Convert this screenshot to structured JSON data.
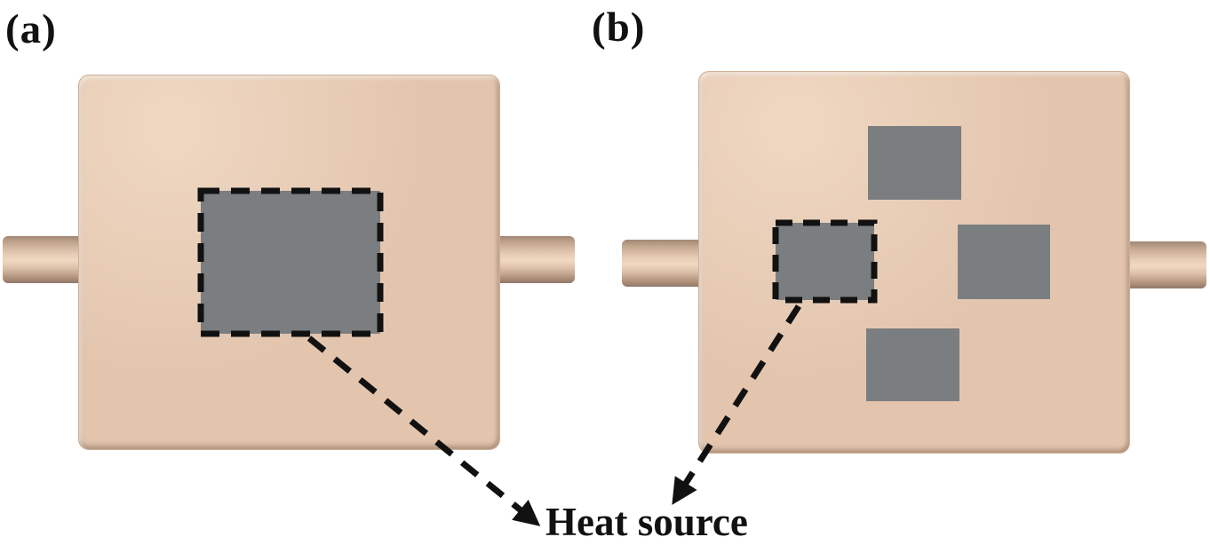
{
  "figure": {
    "panels": [
      {
        "label": "(a)"
      },
      {
        "label": "(b)"
      }
    ],
    "annotation": "Heat source"
  },
  "colors": {
    "background": "#ffffff",
    "plate_fill": "#e3c5ae",
    "plate_highlight": "#efd8c2",
    "pipe_highlight": "#f0d8c1",
    "pipe_shadow": "#8f7868",
    "heat_source_fill": "#7b7e80",
    "outline_ink": "#111111"
  }
}
